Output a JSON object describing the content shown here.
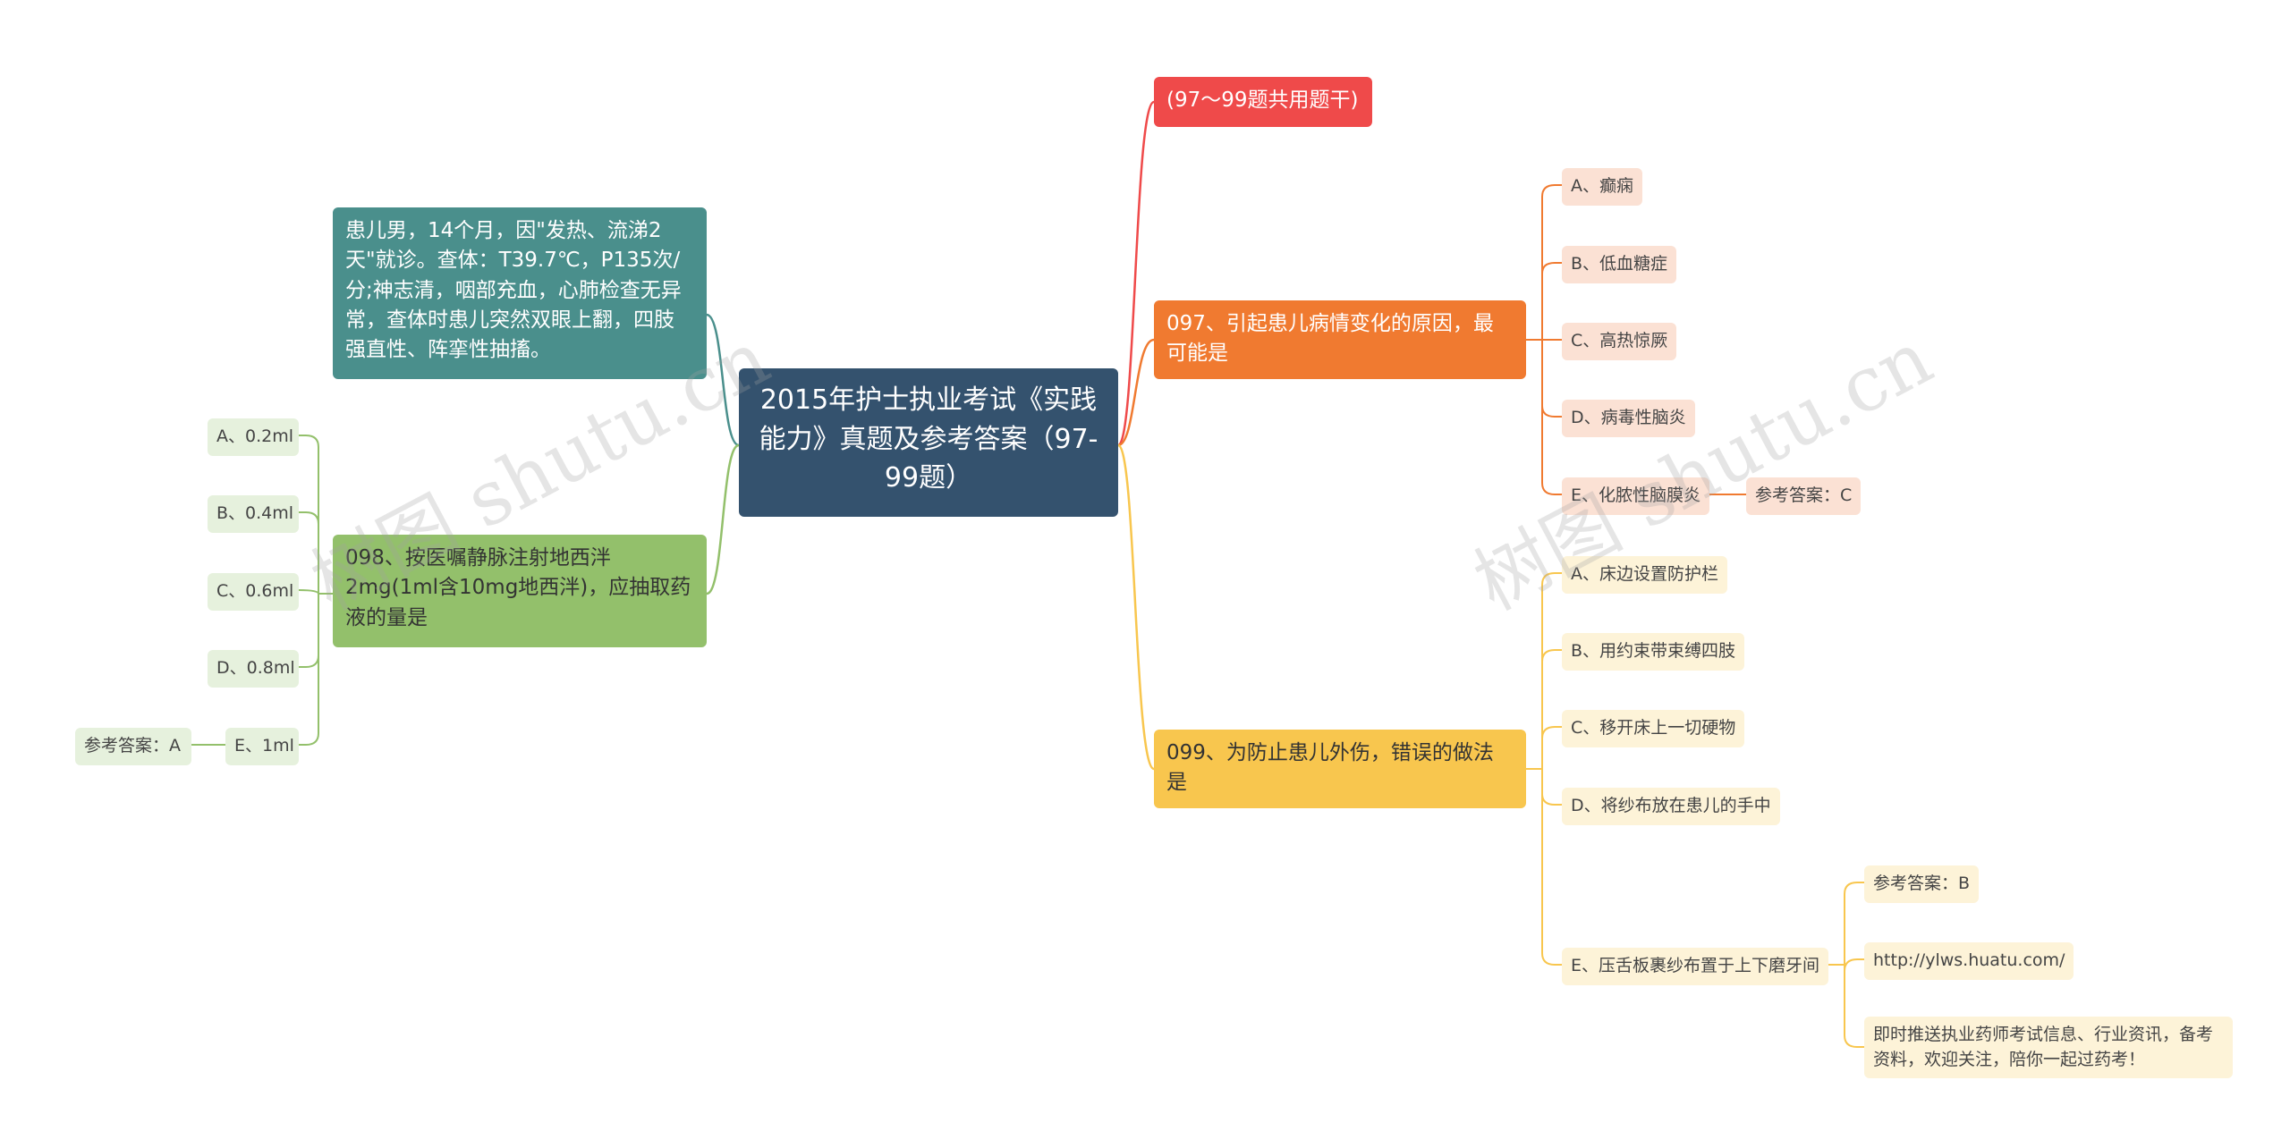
{
  "root": "2015年护士执业考试《实践能力》真题及参考答案（97-99题）",
  "colors": {
    "root": "#34526e",
    "red": "#ef4a4a",
    "orange": "#f07a30",
    "yellow": "#f8c64e",
    "teal": "#4a8f8c",
    "green": "#93c06b"
  },
  "right": {
    "stem_header": "(97～99题共用题干)",
    "q97": {
      "question": "097、引起患儿病情变化的原因，最可能是",
      "options": [
        "A、癫痫",
        "B、低血糖症",
        "C、高热惊厥",
        "D、病毒性脑炎",
        "E、化脓性脑膜炎"
      ],
      "answer": "参考答案：C"
    },
    "q99": {
      "question": "099、为防止患儿外伤，错误的做法是",
      "options": [
        "A、床边设置防护栏",
        "B、用约束带束缚四肢",
        "C、移开床上一切硬物",
        "D、将纱布放在患儿的手中",
        "E、压舌板裹纱布置于上下磨牙间"
      ],
      "answer": "参考答案：B",
      "url": "http://ylws.huatu.com/",
      "notice": "即时推送执业药师考试信息、行业资讯，备考资料，欢迎关注，陪你一起过药考！"
    }
  },
  "left": {
    "case": "患儿男，14个月，因\"发热、流涕2天\"就诊。查体：T39.7℃，P135次/分;神志清，咽部充血，心肺检查无异常，查体时患儿突然双眼上翻，四肢强直性、阵挛性抽搐。",
    "q98": {
      "question": "098、按医嘱静脉注射地西泮2mg(1ml含10mg地西泮)，应抽取药液的量是",
      "options": [
        "A、0.2ml",
        "B、0.4ml",
        "C、0.6ml",
        "D、0.8ml",
        "E、1ml"
      ],
      "answer": "参考答案：A"
    }
  },
  "watermark": "树图 shutu.cn"
}
